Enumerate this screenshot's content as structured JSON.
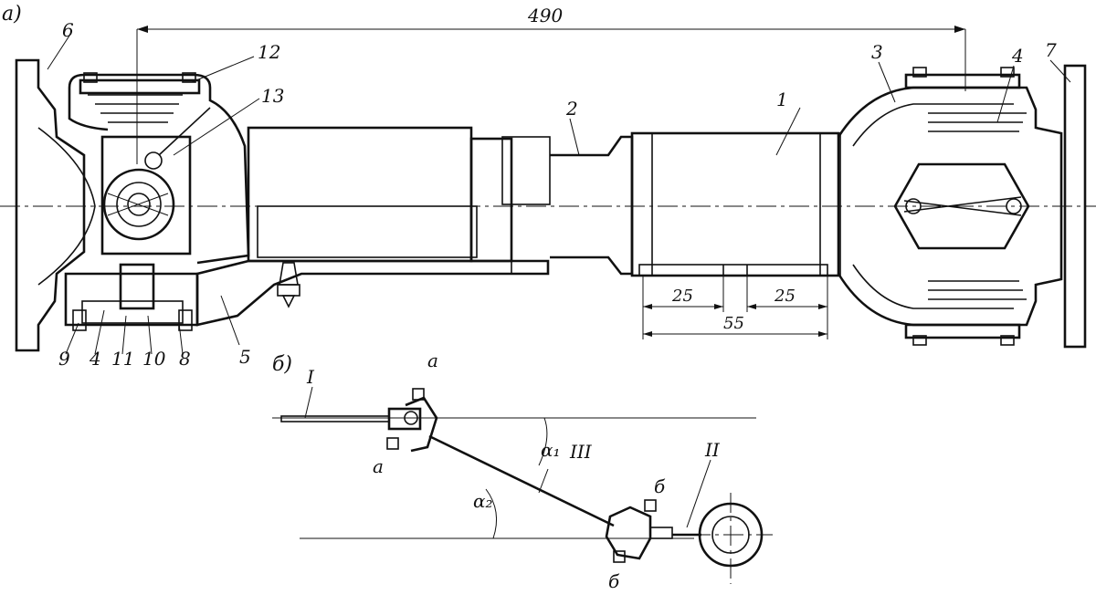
{
  "figure": {
    "panel_a_label": "а)",
    "panel_b_label": "б)",
    "dimensions": {
      "overall": "490",
      "left_gap": "25",
      "right_gap": "25",
      "total_gap": "55"
    },
    "part_callouts": [
      "1",
      "2",
      "3",
      "4",
      "4",
      "5",
      "6",
      "7",
      "8",
      "9",
      "10",
      "11",
      "12",
      "13"
    ],
    "scheme_labels": {
      "shaft_1": "I",
      "shaft_2": "II",
      "shaft_3": "III",
      "fork_a_top": "а",
      "fork_a_bottom": "а",
      "fork_b_top": "б",
      "fork_b_bottom": "б",
      "angle_1": "α₁",
      "angle_2": "α₂"
    }
  }
}
